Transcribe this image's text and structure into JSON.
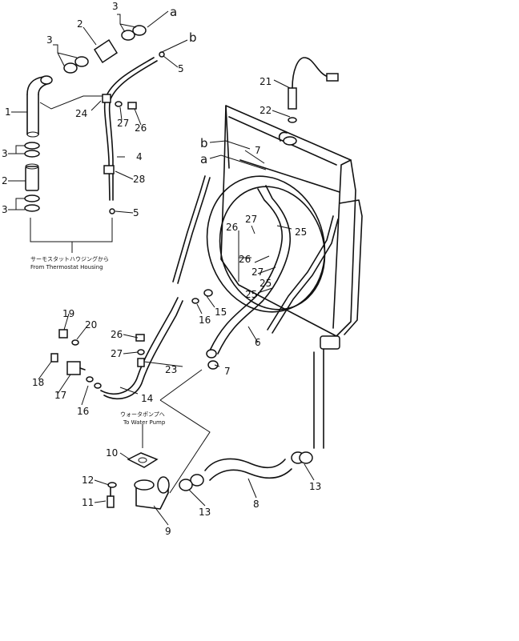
{
  "notes": {
    "thermostat_jp": "サーモスタットハウジングから",
    "thermostat_en": "From Thermostat Housing",
    "waterpump_jp": "ウォータポンプへ",
    "waterpump_en": "To Water Pump"
  },
  "connectors": {
    "a": "a",
    "b": "b"
  },
  "callouts": [
    "1",
    "2",
    "3",
    "4",
    "5",
    "6",
    "7",
    "8",
    "9",
    "10",
    "11",
    "12",
    "13",
    "14",
    "15",
    "16",
    "17",
    "18",
    "19",
    "20",
    "21",
    "22",
    "23",
    "24",
    "25",
    "26",
    "27",
    "28"
  ]
}
